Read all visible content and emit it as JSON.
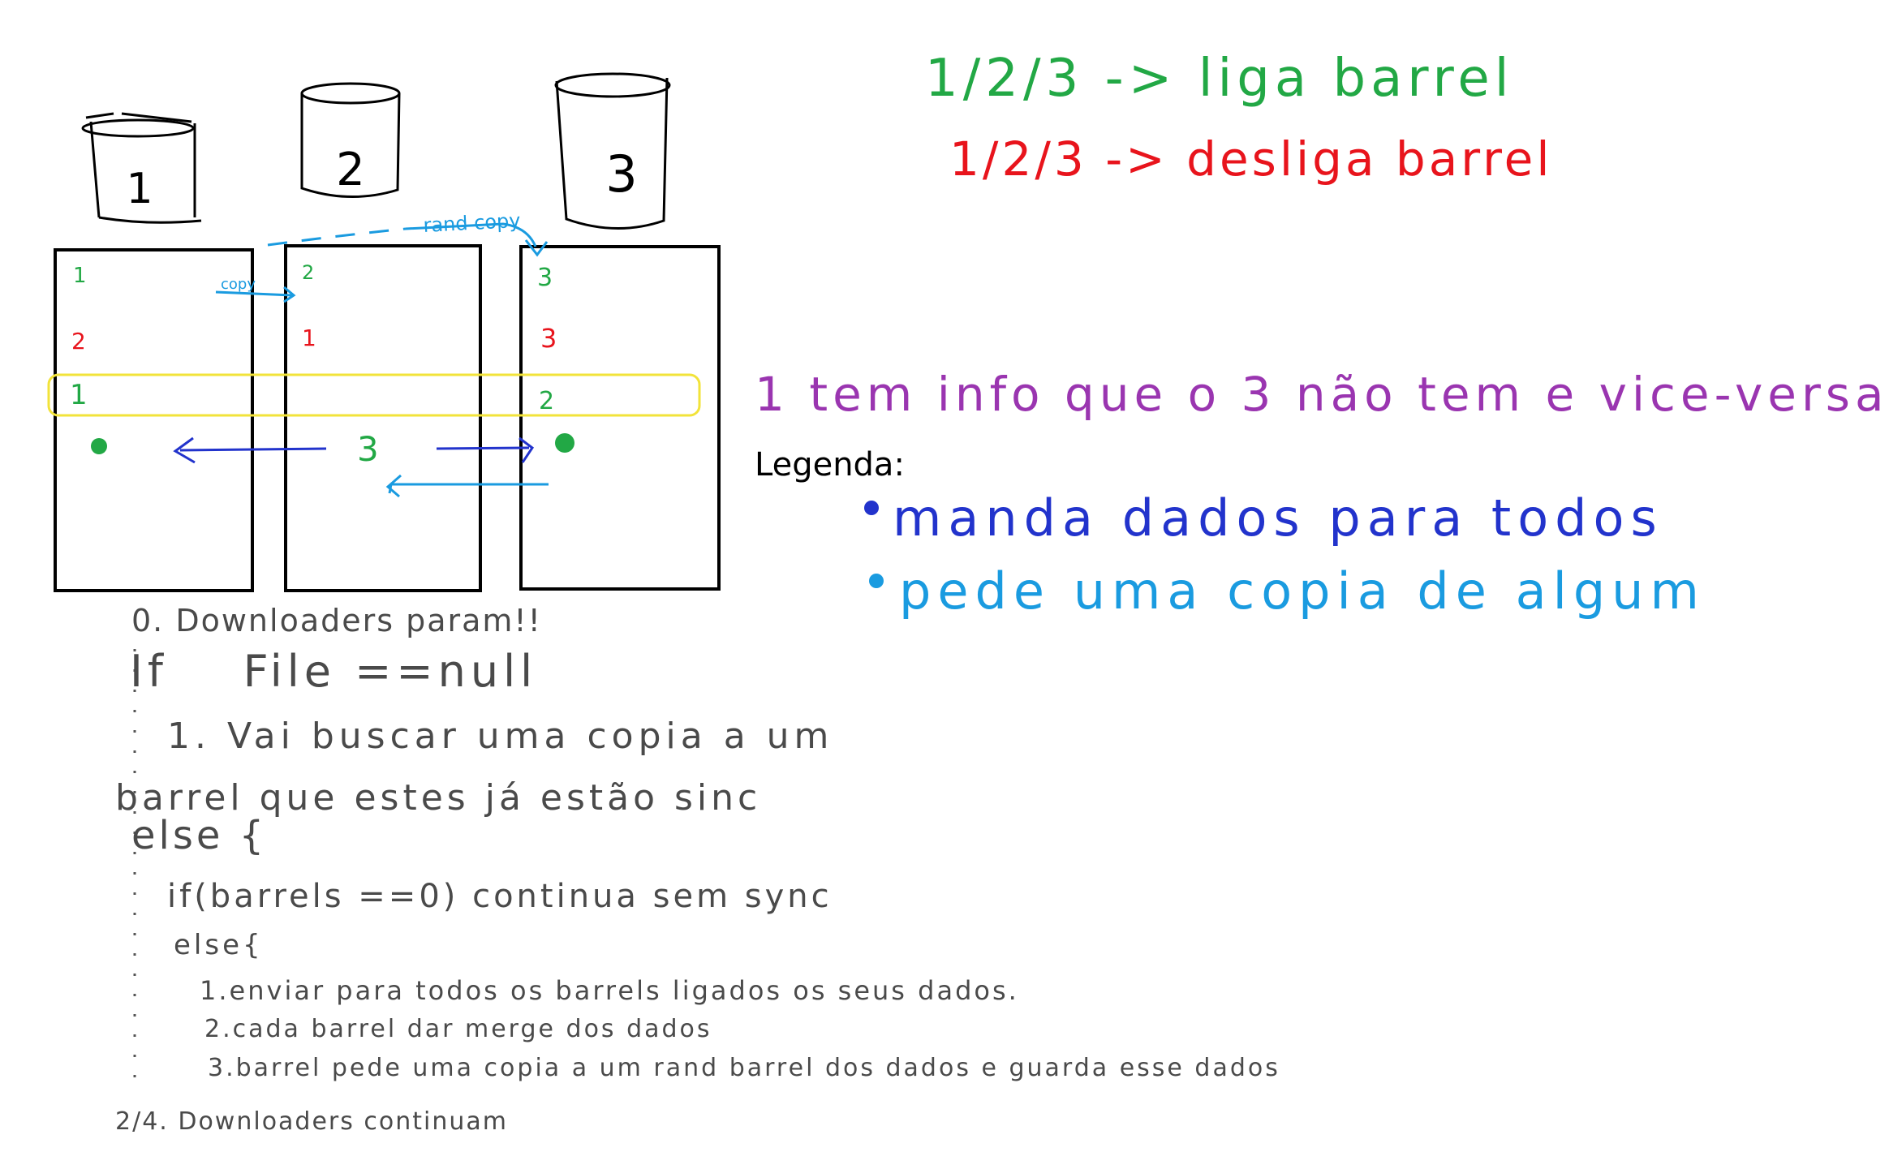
{
  "colors": {
    "black": "#000000",
    "green": "#22a845",
    "red": "#e8141c",
    "blue": "#2233cc",
    "lightblue": "#1a9be0",
    "purple": "#9a35b0",
    "yellow": "#f2e33a",
    "gray": "#4a4a4a"
  },
  "barrels": [
    "1",
    "2",
    "3"
  ],
  "columns": {
    "col1": {
      "row1": "1",
      "row2": "2",
      "row3": "1"
    },
    "col2": {
      "row1": "2",
      "row2": "1",
      "center": "3"
    },
    "col3": {
      "row1": "3",
      "row2": "3",
      "row3": "2"
    }
  },
  "arrows": {
    "copy": "copy",
    "rand_copy": "rand copy"
  },
  "legend_top": {
    "liga": "1/2/3 -> liga barrel",
    "desliga": "1/2/3 -> desliga barrel"
  },
  "note": "1 tem info que o 3 não tem e vice-versa",
  "legenda": {
    "title": "Legenda:",
    "items": [
      {
        "text": "manda dados para todos",
        "icon": "blue-dot"
      },
      {
        "text": "pede uma copia de algum",
        "icon": "lightblue-dot"
      }
    ]
  },
  "algorithm": {
    "step0": "0. Downloaders param!!",
    "if_line": "If    File ==null",
    "step1a": "1. Vai buscar uma copia a um",
    "step1b": "barrel que estes já estão sinc",
    "else1": "else {",
    "if_barrels": "if(barrels ==0) continua sem sync",
    "else2": "else{",
    "sub1": "1.enviar para todos os barrels ligados os seus dados.",
    "sub2": "2.cada barrel dar merge dos dados",
    "sub3": "3.barrel pede uma copia a um rand barrel dos dados e guarda esse dados",
    "final": "2/4. Downloaders continuam"
  }
}
